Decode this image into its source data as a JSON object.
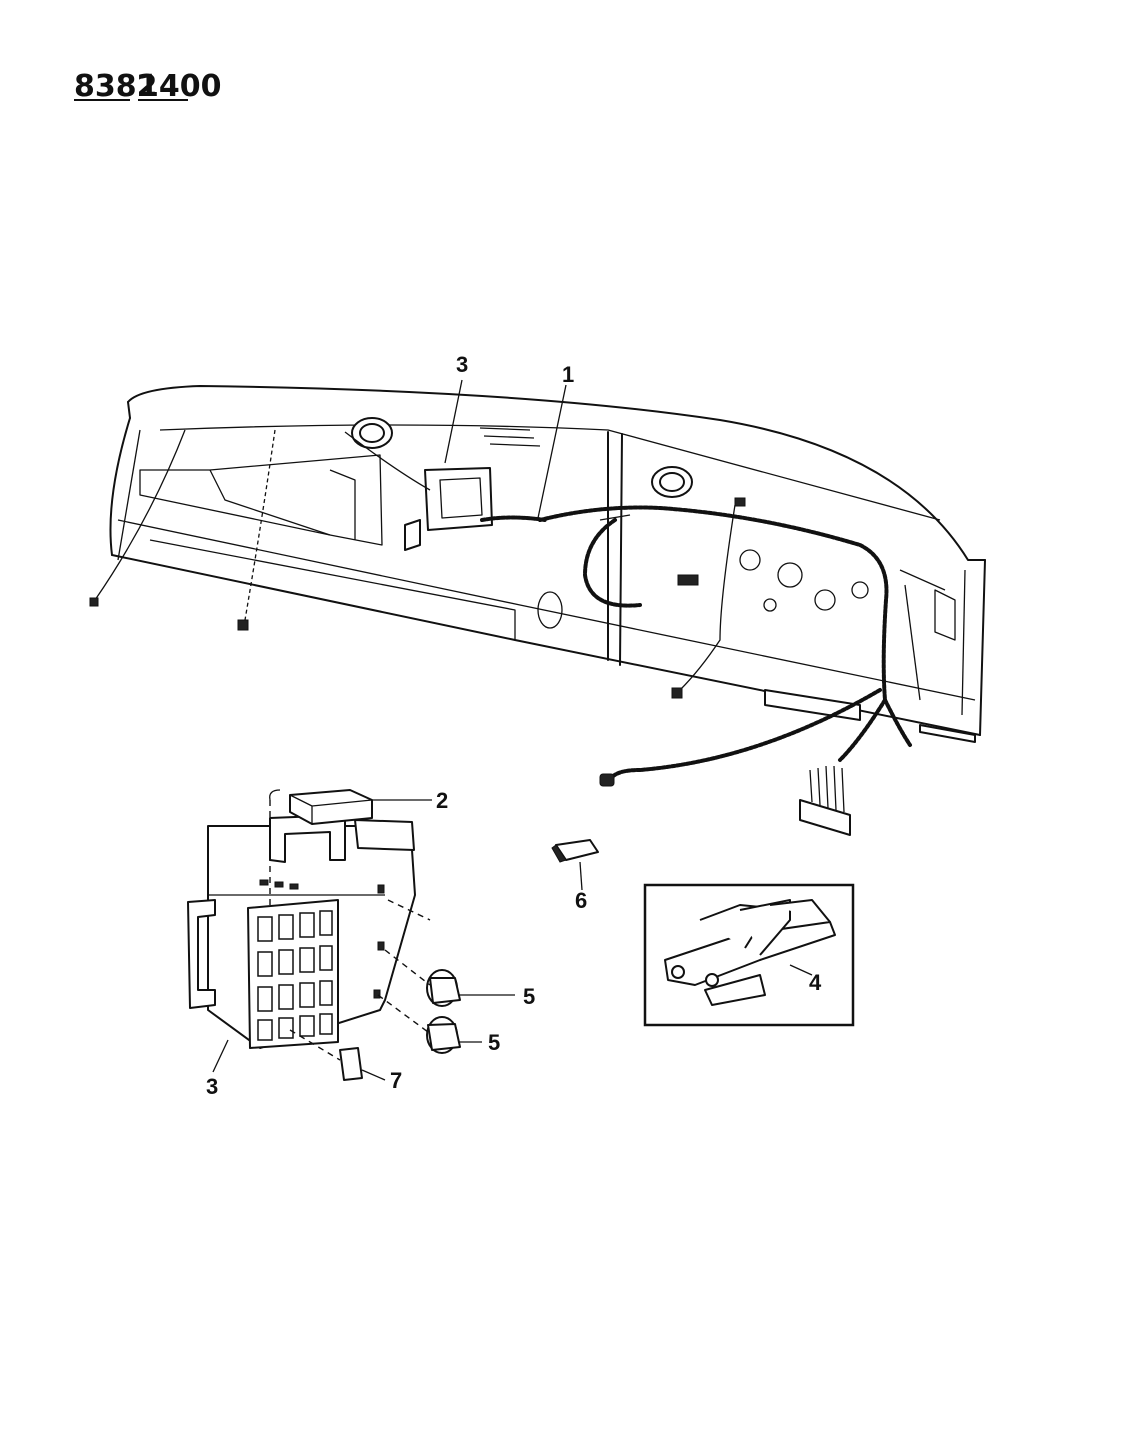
{
  "drawing_code": {
    "first": "8382",
    "second": "1400"
  },
  "callouts": {
    "c1": "1",
    "c2": "2",
    "c3_top": "3",
    "c3_bottom": "3",
    "c4": "4",
    "c5_upper": "5",
    "c5_lower": "5",
    "c6": "6",
    "c7": "7"
  }
}
